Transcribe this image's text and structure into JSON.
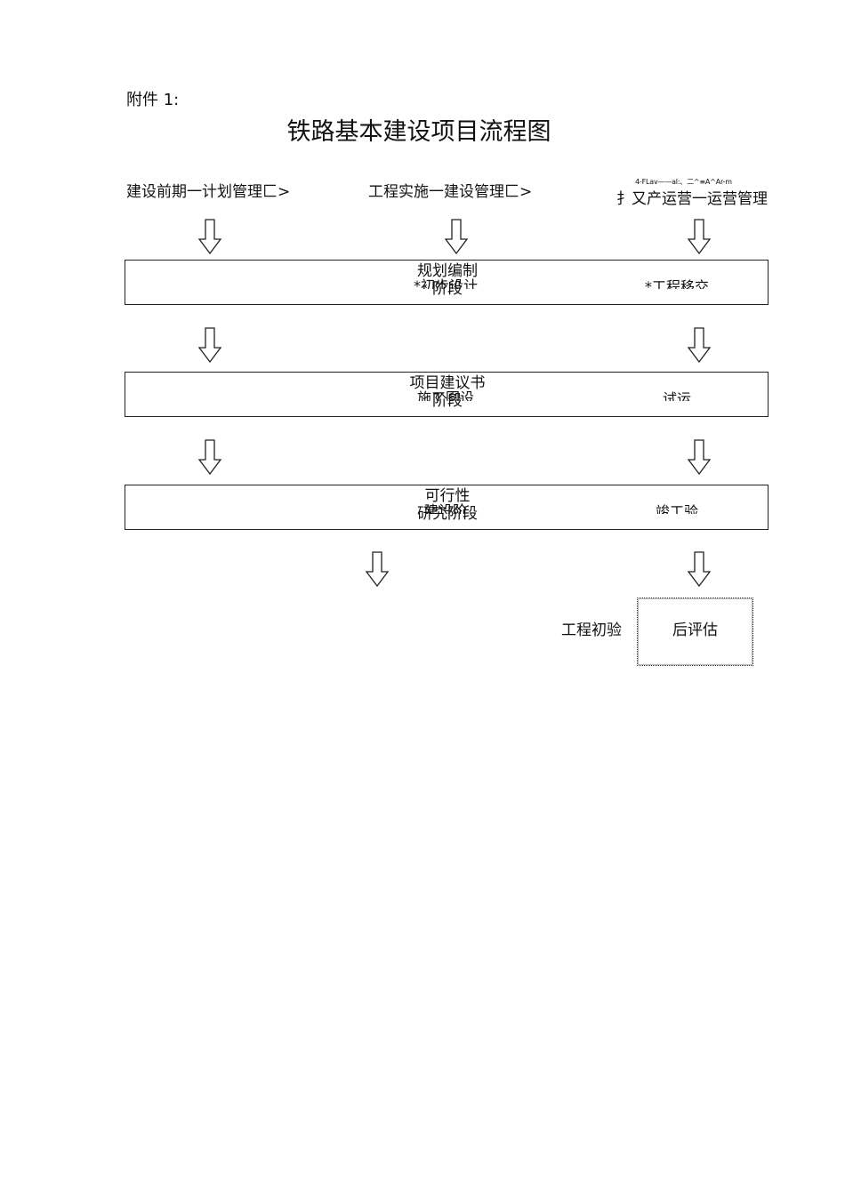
{
  "attachment_label": "附件 1:",
  "title": "铁路基本建设项目流程图",
  "headers": {
    "col1": "建设前期一计划管理匚>",
    "col2": "工程实施一建设管理匚>",
    "col3_small": "4-FLav——al:、二^≡A^Ar-m",
    "col3": "扌又产运营一运营管理"
  },
  "rows": [
    {
      "center": [
        "规划编制",
        "阶段"
      ],
      "overlay": "*初步设计",
      "right": "*工程移交"
    },
    {
      "center": [
        "项目建议书",
        "阶段"
      ],
      "overlay": "施工图设",
      "right": "试运"
    },
    {
      "center": [
        "可行性",
        "研究阶段"
      ],
      "overlay": "建设阶",
      "right": "竣工验"
    }
  ],
  "initial_acceptance": "工程初验",
  "post_evaluation": "后评估"
}
